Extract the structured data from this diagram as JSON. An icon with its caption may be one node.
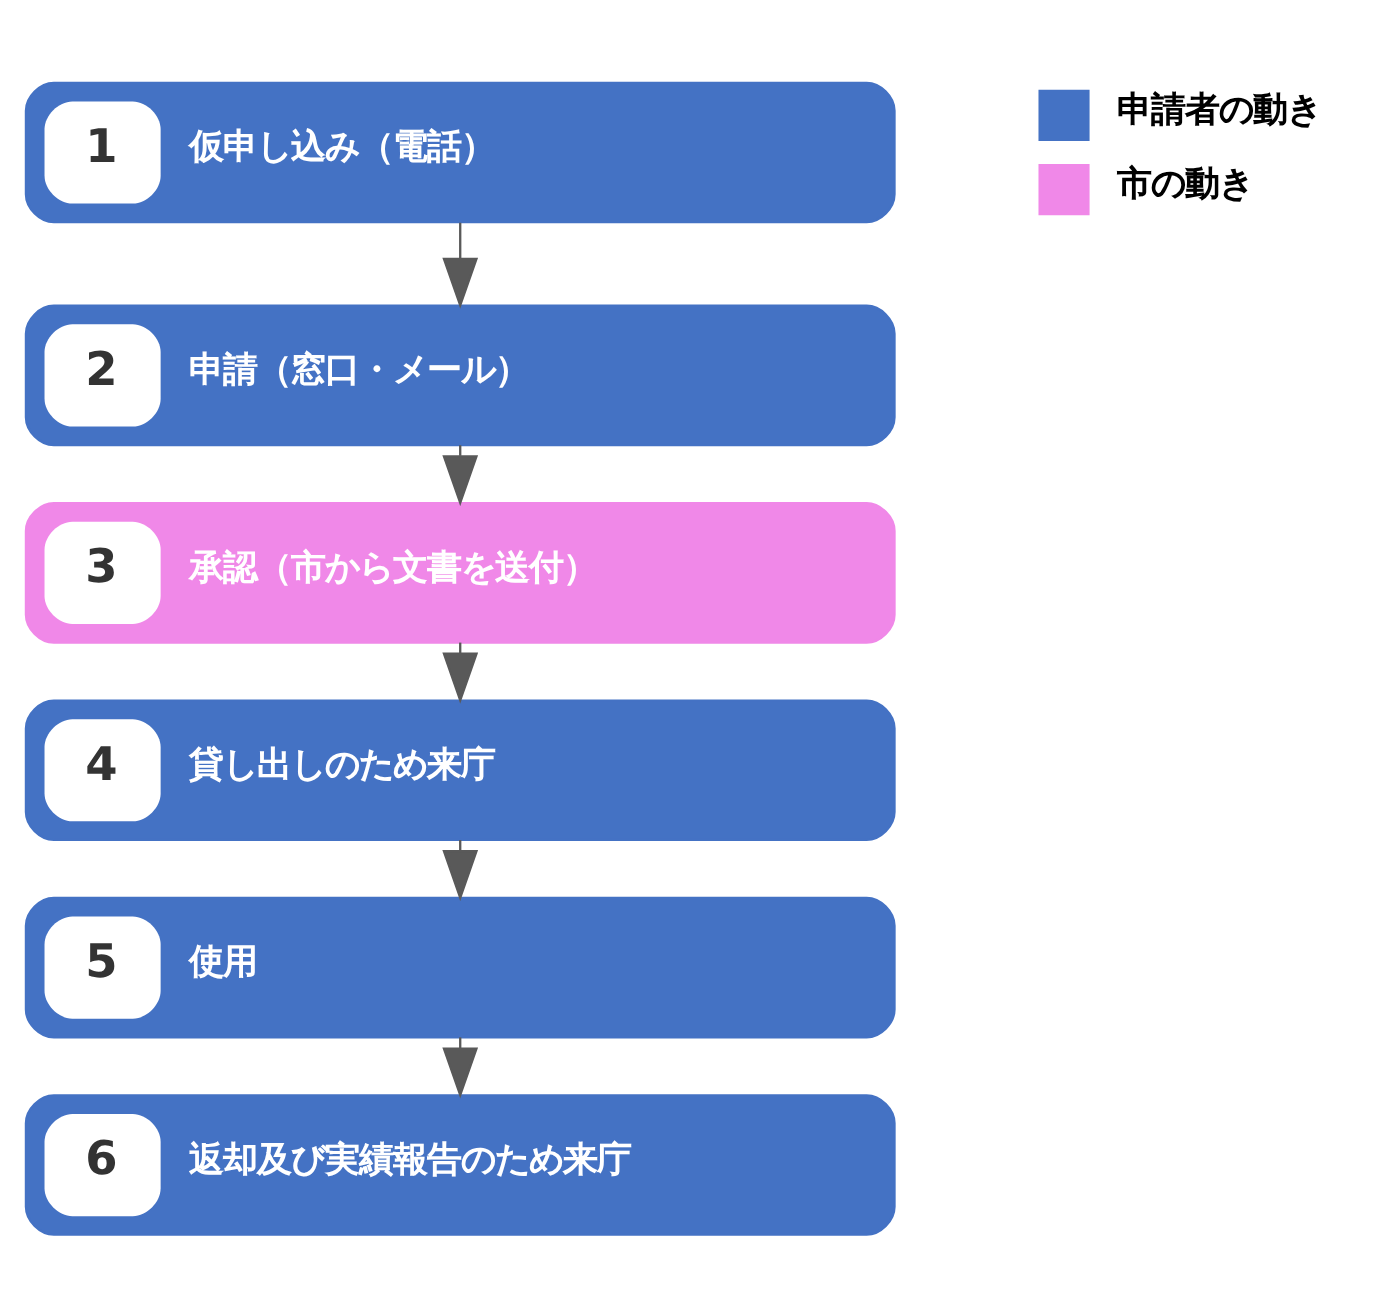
{
  "diagram": {
    "nodes": [
      {
        "text": [
          "1",
          "仮申し込み（電話）"
        ]
      },
      {
        "text": [
          "2",
          "申請（窓口・メール）"
        ]
      },
      {
        "text": [
          "3",
          "承認（市から文書を送付）"
        ]
      },
      {
        "text": [
          "4",
          "貸し出しのため来庁"
        ]
      },
      {
        "text": [
          "5",
          "使用"
        ]
      },
      {
        "text": [
          "6",
          "返却及び実績報告のため来庁"
        ]
      }
    ],
    "edges": [
      {
        "from": 0,
        "to": 1,
        "arrow": "to"
      },
      {
        "from": 1,
        "to": 2,
        "arrow": "to"
      },
      {
        "from": 2,
        "to": 3,
        "arrow": "to"
      },
      {
        "from": 3,
        "to": 4,
        "arrow": "to"
      },
      {
        "from": 4,
        "to": 5,
        "arrow": "to"
      }
    ],
    "legend": [
      {
        "text": "申請者の動き",
        "color": "#4472c4"
      },
      {
        "text": "市の動き",
        "color": "#f088e8"
      }
    ]
  }
}
